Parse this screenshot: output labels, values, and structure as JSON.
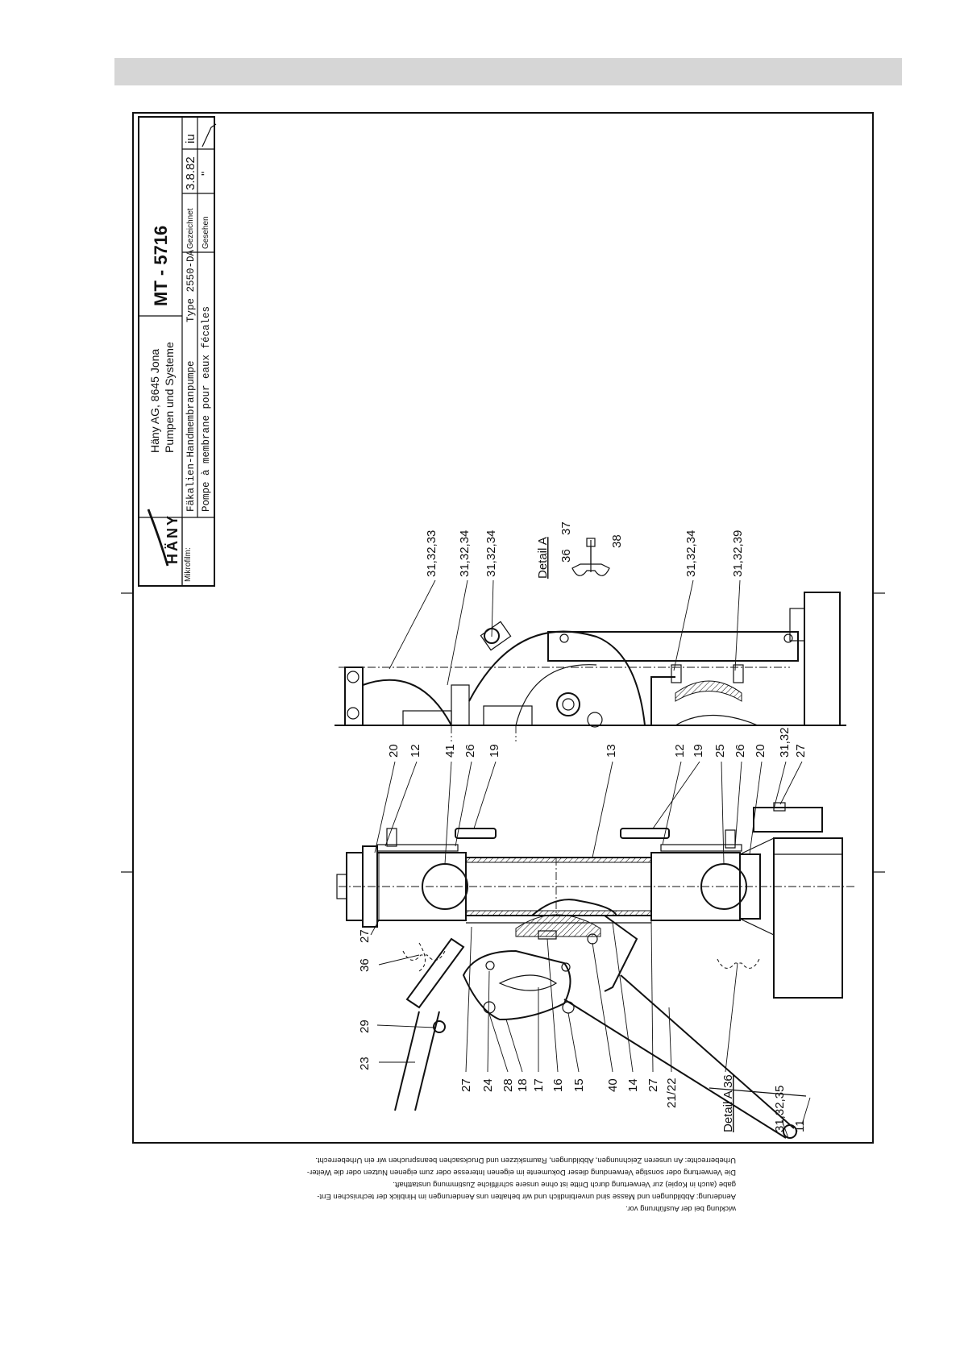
{
  "title_block": {
    "logo": "HÄNY",
    "company_line1": "Häny AG, 8645 Jona",
    "company_line2": "Pumpen und Systeme",
    "mikrofilm_label": "Mikrofilm:",
    "title_de": "Fäkalien-Handmembranpumpe",
    "type_label": "Type 2550-DA",
    "title_fr": "Pompe à membrane pour eaux fécales",
    "drawing_number": "MT - 5716",
    "gezeichnet_label": "Gezeichnet",
    "gezeichnet_date": "3.8.82",
    "gezeichnet_initials": "iu",
    "gesehen_label": "Gesehen",
    "gesehen_value": "\""
  },
  "detail_labels": {
    "detail_a_top": "Detail A",
    "detail_a_bottom": "Detail A 36"
  },
  "part_labels_side_view": [
    "31,32,33",
    "31,32,34",
    "31,32,34",
    "31,32,34",
    "31,32,39"
  ],
  "detail_a_parts": [
    "36",
    "37",
    "38"
  ],
  "part_labels_section_top": [
    "20",
    "12",
    "41",
    "26",
    "19",
    "13",
    "12",
    "19",
    "25",
    "26",
    "20",
    "31,32",
    "27"
  ],
  "part_labels_section_left": [
    "27",
    "36",
    "29",
    "23"
  ],
  "part_labels_section_bottom": [
    "27",
    "24",
    "28",
    "18",
    "17",
    "16",
    "15",
    "40",
    "14",
    "27",
    "21/22",
    "31,32,35",
    "11"
  ],
  "footer_notes": {
    "line1": "Urheberrechte: An unseren Zeichnungen, Abbildungen, Raumskizzen und Drucksachen beanspruchen wir ein Urheberrecht.",
    "line2": "Die Verwertung oder sonstige Verwendung dieser Dokumente im eigenen Interesse oder zum eigenen Nutzen oder die Weiter-",
    "line3": "gabe (auch in Kopie) zur Verwertung durch Dritte ist ohne unsere schriftliche Zustimmung unstatthaft.",
    "line4": "Aenderung: Abbildungen und Masse sind unverbindlich und wir behalten uns Aenderungen im Hinblick der technischen Ent-",
    "line5": "wicklung bei der Ausführung vor."
  }
}
